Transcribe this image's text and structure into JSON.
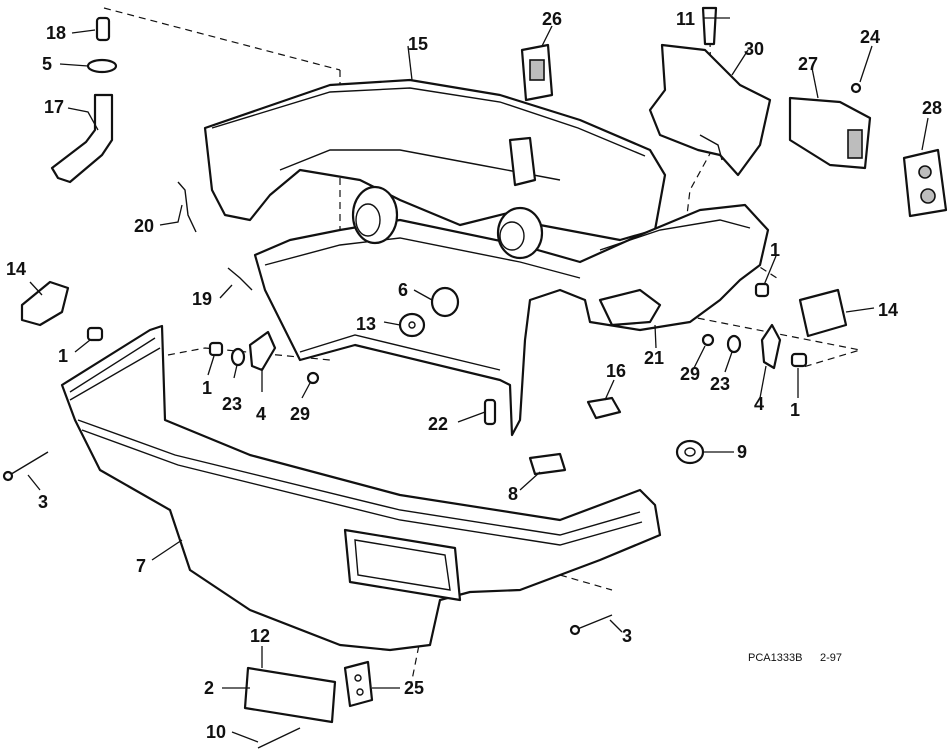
{
  "diagram": {
    "code": "PCA1333B",
    "date": "2-97",
    "callouts": [
      "18",
      "5",
      "17",
      "20",
      "19",
      "14",
      "1",
      "1",
      "23",
      "4",
      "29",
      "3",
      "7",
      "12",
      "2",
      "10",
      "25",
      "15",
      "26",
      "11",
      "30",
      "24",
      "27",
      "28",
      "6",
      "13",
      "22",
      "16",
      "8",
      "9",
      "21",
      "29",
      "23",
      "4",
      "1",
      "1",
      "14",
      "3"
    ]
  }
}
